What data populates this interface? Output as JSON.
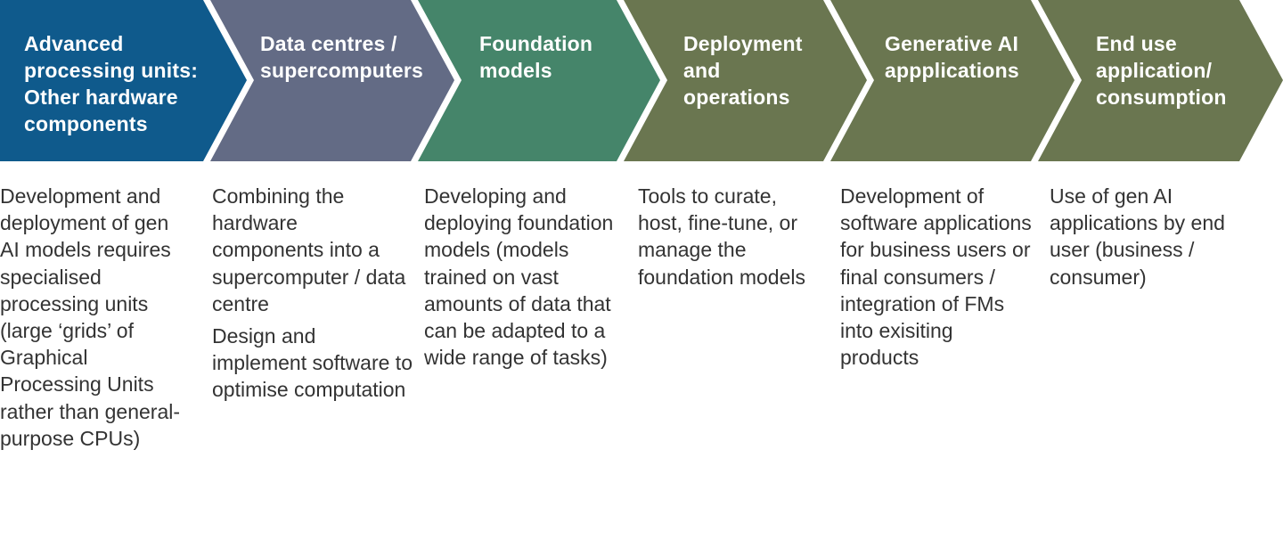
{
  "colors": {
    "blue": "#0f5a8c",
    "slate": "#636b85",
    "green": "#45856a",
    "olive": "#6a7650"
  },
  "stages": [
    {
      "title": "Advanced processing units: Other hardware components",
      "color": "#0f5a8c",
      "description": [
        "Development and deployment of gen AI models requires specialised processing units (large ‘grids’ of Graphical Processing Units rather than general-purpose CPUs)"
      ]
    },
    {
      "title": "Data centres / supercomputers",
      "color": "#636b85",
      "description": [
        "Combining the hardware components into a supercomputer / data centre",
        "Design and implement software to optimise computation"
      ]
    },
    {
      "title": "Foundation models",
      "color": "#45856a",
      "description": [
        "Developing and deploying foundation models (models trained on vast amounts of data that can be adapted to a wide range of tasks)"
      ]
    },
    {
      "title": "Deployment and operations",
      "color": "#6a7650",
      "description": [
        "Tools to curate, host, fine-tune, or manage the foundation models"
      ]
    },
    {
      "title": "Generative AI appplications",
      "color": "#6a7650",
      "description": [
        "Development of software applications for business users or final consumers / integration of FMs into exisiting products"
      ]
    },
    {
      "title": "End use application/ consumption",
      "color": "#6a7650",
      "description": [
        "Use of gen AI applications by end user (business / consumer)"
      ]
    }
  ]
}
